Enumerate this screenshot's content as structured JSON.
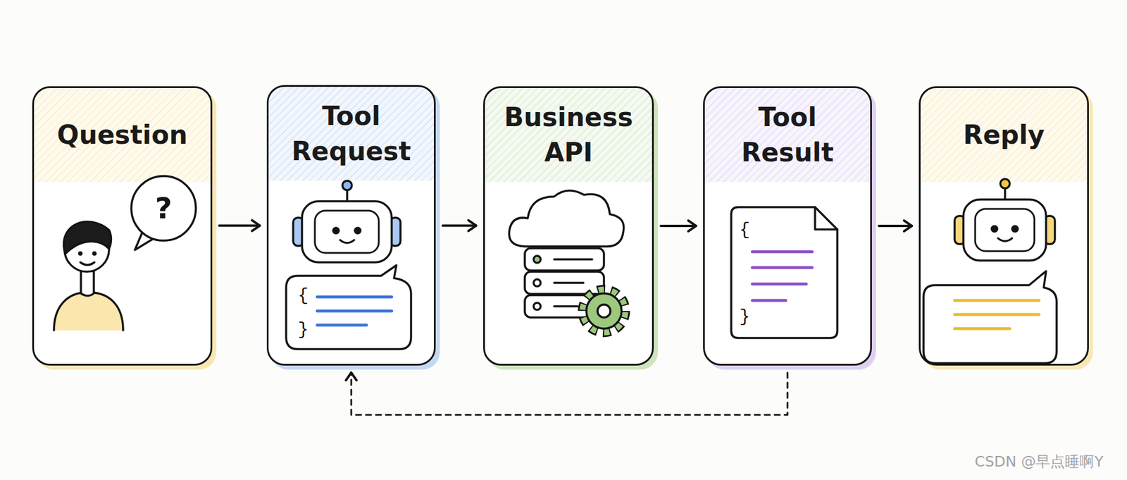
{
  "diagram": {
    "nodes": [
      {
        "text": [
          "Question"
        ]
      },
      {
        "text": [
          "Tool Request"
        ]
      },
      {
        "text": [
          "Business API"
        ]
      },
      {
        "text": [
          "Tool Result"
        ]
      },
      {
        "text": [
          "Reply"
        ]
      }
    ],
    "edges": [
      {
        "from": 0,
        "to": 1,
        "arrow": "to"
      },
      {
        "from": 1,
        "to": 2,
        "arrow": "to"
      },
      {
        "from": 2,
        "to": 3,
        "arrow": "to"
      },
      {
        "from": 3,
        "to": 4,
        "arrow": "to"
      },
      {
        "from": 3,
        "to": 1,
        "arrow": "to"
      }
    ],
    "labels": [
      "?",
      "{",
      "}",
      "{",
      "}",
      "CSDN @早点睡啊Y"
    ]
  }
}
